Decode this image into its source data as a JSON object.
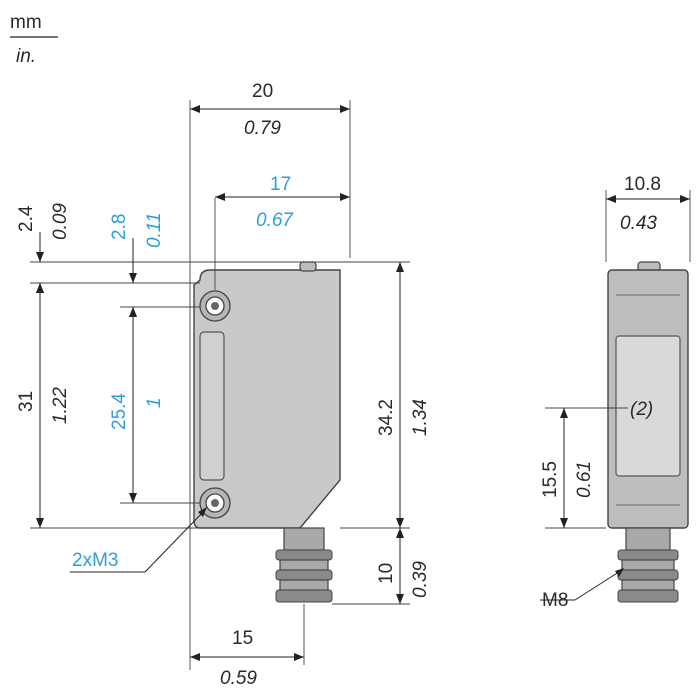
{
  "units": {
    "primary": "mm",
    "secondary": "in."
  },
  "front_view": {
    "width_mm": "20",
    "width_in": "0.79",
    "hole_spacing_h_mm": "17",
    "hole_spacing_h_in": "0.67",
    "top_offset_mm": "2.4",
    "top_offset_in": "0.09",
    "hole_offset_mm": "2.8",
    "hole_offset_in": "0.11",
    "height_mm": "31",
    "height_in": "1.22",
    "hole_spacing_v_mm": "25.4",
    "hole_spacing_v_in": "1",
    "total_height_mm": "34.2",
    "total_height_in": "1.34",
    "connector_len_mm": "10",
    "connector_len_in": "0.39",
    "connector_offset_mm": "15",
    "connector_offset_in": "0.59",
    "holes_label": "2xM3"
  },
  "side_view": {
    "width_mm": "10.8",
    "width_in": "0.43",
    "lens_height_mm": "15.5",
    "lens_height_in": "0.61",
    "lens_label": "(2)",
    "connector_label": "M8"
  },
  "colors": {
    "highlight": "#2e9fd6",
    "body": "#c9c9c9",
    "line": "#222222"
  }
}
